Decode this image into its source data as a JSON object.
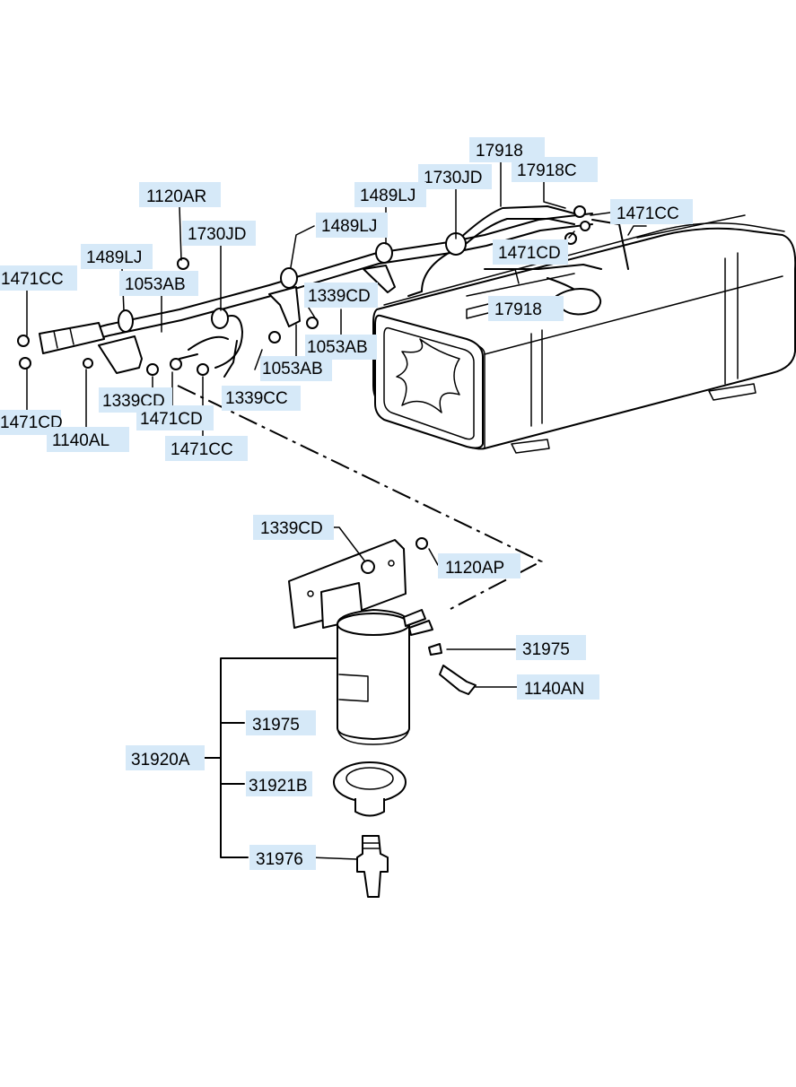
{
  "labels": {
    "l_17918_top": "17918",
    "l_1730JD_right": "1730JD",
    "l_17918C": "17918C",
    "l_1120AR": "1120AR",
    "l_1489LJ_top": "1489LJ",
    "l_1471CC_right": "1471CC",
    "l_1489LJ_mid": "1489LJ",
    "l_1730JD_left": "1730JD",
    "l_1471CD_right": "1471CD",
    "l_1471CC_left": "1471CC",
    "l_1489LJ_left": "1489LJ",
    "l_1053AB_left": "1053AB",
    "l_1339CD_mid": "1339CD",
    "l_17918_low": "17918",
    "l_1053AB_mid": "1053AB",
    "l_1053AB_low": "1053AB",
    "l_1339CC": "1339CC",
    "l_1339CD_left": "1339CD",
    "l_1471CD_left": "1471CD",
    "l_1471CD_bottom": "1471CD",
    "l_1140AL": "1140AL",
    "l_1471CC_bottom": "1471CC",
    "l_1339CD_canister": "1339CD",
    "l_1120AP": "1120AP",
    "l_31975_right": "31975",
    "l_1140AN": "1140AN",
    "l_31975_left": "31975",
    "l_31920A": "31920A",
    "l_31921B": "31921B",
    "l_31976": "31976"
  }
}
